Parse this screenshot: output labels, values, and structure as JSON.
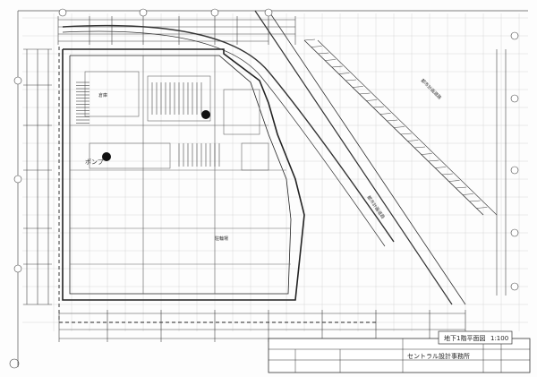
{
  "drawing": {
    "title": "地下1階平面図",
    "scale": "1:100",
    "firm": "セントラル設計事務所",
    "labels": {
      "pump": "ポンプ",
      "room_a": "倉庫",
      "room_b": "駐輪場",
      "road": "都市計画道路",
      "road_b": "都市計画道路"
    }
  }
}
